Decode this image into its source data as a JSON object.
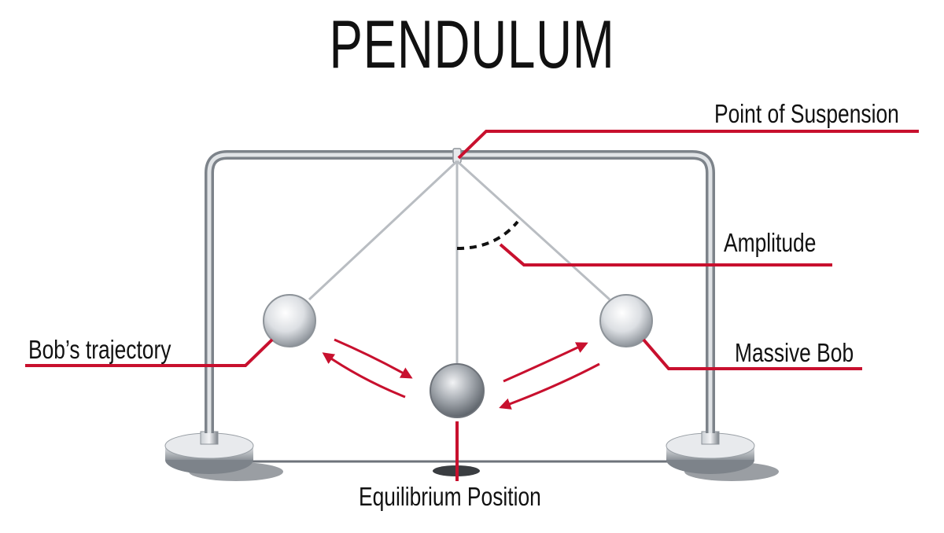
{
  "title": "PENDULUM",
  "labels": {
    "point_of_suspension": "Point of Suspension",
    "amplitude": "Amplitude",
    "bobs_trajectory": "Bob’s trajectory",
    "massive_bob": "Massive Bob",
    "equilibrium_position": "Equilibrium Position"
  },
  "colors": {
    "callout": "#c8102e",
    "frame": "#9aa0a8",
    "string": "#b9bdc2",
    "bob": "#d9dde2",
    "text": "#111111"
  }
}
